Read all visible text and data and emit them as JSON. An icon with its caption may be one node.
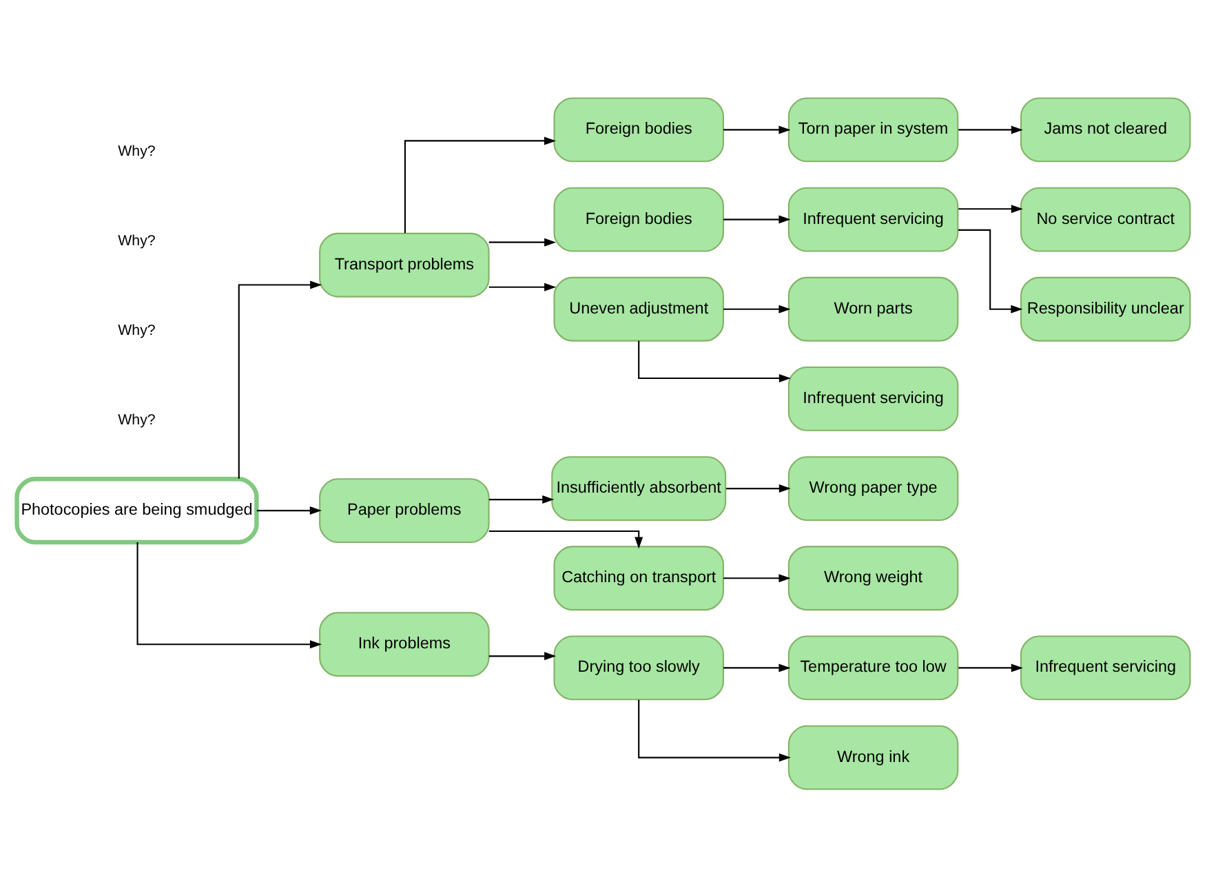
{
  "diagram": {
    "nodes": [
      {
        "text": [
          "Photocopies are being smudged"
        ]
      },
      {
        "text": [
          "Transport problems"
        ]
      },
      {
        "text": [
          "Paper problems"
        ]
      },
      {
        "text": [
          "Ink problems"
        ]
      },
      {
        "text": [
          "Foreign bodies"
        ]
      },
      {
        "text": [
          "Foreign bodies"
        ]
      },
      {
        "text": [
          "Uneven adjustment"
        ]
      },
      {
        "text": [
          "Insufficiently absorbent"
        ]
      },
      {
        "text": [
          "Catching on transport"
        ]
      },
      {
        "text": [
          "Drying too slowly"
        ]
      },
      {
        "text": [
          "Torn paper in system"
        ]
      },
      {
        "text": [
          "Infrequent servicing"
        ]
      },
      {
        "text": [
          "Worn parts"
        ]
      },
      {
        "text": [
          "Infrequent servicing"
        ]
      },
      {
        "text": [
          "Wrong paper type"
        ]
      },
      {
        "text": [
          "Wrong weight"
        ]
      },
      {
        "text": [
          "Temperature too low"
        ]
      },
      {
        "text": [
          "Wrong ink"
        ]
      },
      {
        "text": [
          "Jams not cleared"
        ]
      },
      {
        "text": [
          "No service contract"
        ]
      },
      {
        "text": [
          "Responsibility unclear"
        ]
      },
      {
        "text": [
          "Infrequent servicing"
        ]
      }
    ],
    "edges": [
      {
        "from": 0,
        "to": 1,
        "arrow": "to"
      },
      {
        "from": 0,
        "to": 2,
        "arrow": "to"
      },
      {
        "from": 0,
        "to": 3,
        "arrow": "to"
      },
      {
        "from": 1,
        "to": 4,
        "arrow": "to"
      },
      {
        "from": 1,
        "to": 5,
        "arrow": "to"
      },
      {
        "from": 1,
        "to": 6,
        "arrow": "to"
      },
      {
        "from": 2,
        "to": 7,
        "arrow": "to"
      },
      {
        "from": 2,
        "to": 8,
        "arrow": "to"
      },
      {
        "from": 3,
        "to": 9,
        "arrow": "to"
      },
      {
        "from": 4,
        "to": 10,
        "arrow": "to"
      },
      {
        "from": 5,
        "to": 11,
        "arrow": "to"
      },
      {
        "from": 6,
        "to": 12,
        "arrow": "to"
      },
      {
        "from": 6,
        "to": 13,
        "arrow": "to"
      },
      {
        "from": 7,
        "to": 14,
        "arrow": "to"
      },
      {
        "from": 8,
        "to": 15,
        "arrow": "to"
      },
      {
        "from": 9,
        "to": 16,
        "arrow": "to"
      },
      {
        "from": 9,
        "to": 17,
        "arrow": "to"
      },
      {
        "from": 10,
        "to": 18,
        "arrow": "to"
      },
      {
        "from": 11,
        "to": 19,
        "arrow": "to"
      },
      {
        "from": 11,
        "to": 20,
        "arrow": "to"
      },
      {
        "from": 16,
        "to": 21,
        "arrow": "to"
      }
    ],
    "labels": [
      "Why?",
      "Why?",
      "Why?",
      "Why?"
    ]
  }
}
